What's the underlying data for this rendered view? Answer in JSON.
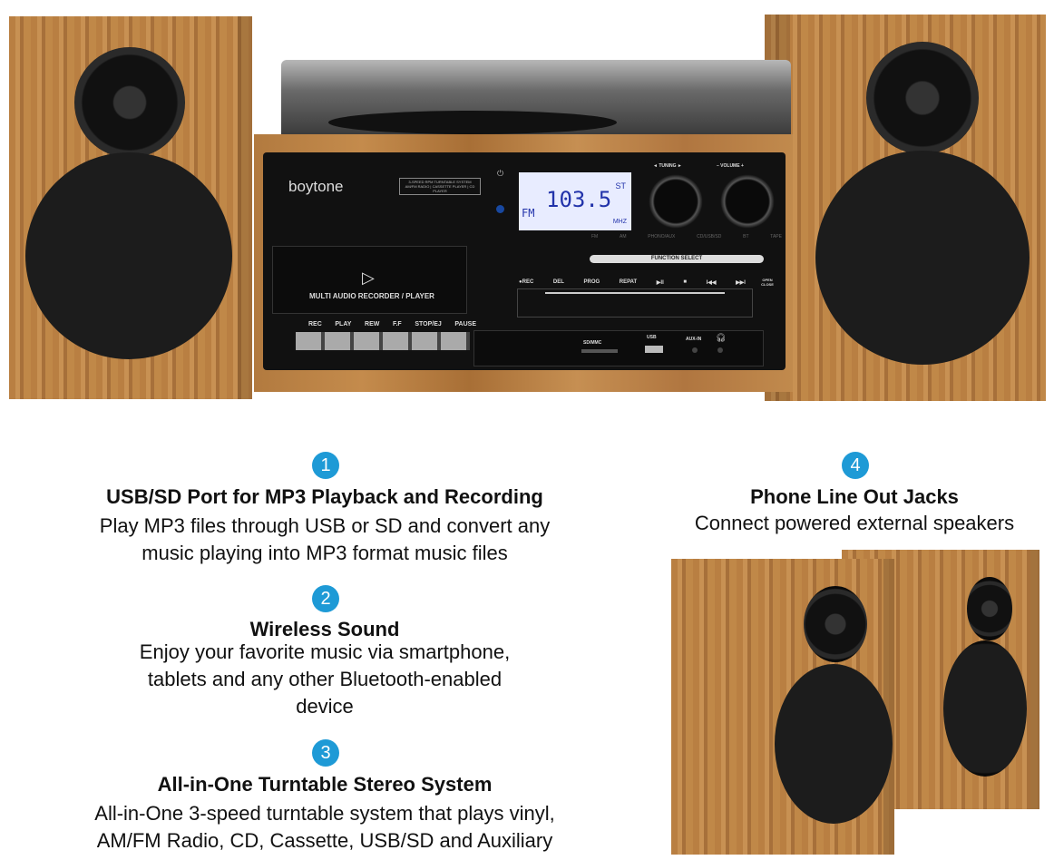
{
  "device": {
    "brand": "boytone",
    "model_label_line1": "3-SPEED RPM TURNTABLE SYSTEM",
    "model_label_line2": "AM/FM RADIO | CASSETTE PLAYER | CD PLAYER",
    "display": {
      "band": "FM",
      "frequency": "103.5",
      "stereo": "ST",
      "unit": "MHZ"
    },
    "tuning_label": "◄ TUNING ►",
    "volume_label": "– VOLUME +",
    "function_modes": [
      "FM",
      "AM",
      "PHONO/AUX",
      "CD/USB/SD",
      "BT",
      "TAPE"
    ],
    "function_select": "FUNCTION SELECT",
    "cd_buttons": [
      "●REC",
      "DEL",
      "PROG",
      "REPAT",
      "▶II",
      "■",
      "I◀◀",
      "▶▶I"
    ],
    "open_close": "OPEN CLOSE",
    "cassette_label": "MULTI AUDIO RECORDER / PLAYER",
    "tape_buttons": [
      "REC",
      "PLAY",
      "REW",
      "F.F",
      "STOP/EJ",
      "PAUSE"
    ],
    "ports": {
      "sd": "SD/MMC",
      "usb": "USB",
      "aux": "AUX-IN"
    }
  },
  "features": [
    {
      "number": "1",
      "title": "USB/SD Port for MP3 Playback and Recording",
      "lines": [
        "Play MP3 files through USB or SD and convert any",
        "music playing into MP3 format music files"
      ]
    },
    {
      "number": "2",
      "title": "Wireless Sound",
      "lines": [
        "Enjoy your favorite music via smartphone,",
        "tablets and any other Bluetooth-enabled",
        "device"
      ]
    },
    {
      "number": "3",
      "title": "All-in-One Turntable Stereo System",
      "lines": [
        "All-in-One 3-speed turntable system that plays vinyl,",
        "AM/FM Radio, CD, Cassette, USB/SD and Auxiliary"
      ]
    },
    {
      "number": "4",
      "title": "Phone Line Out Jacks",
      "lines": [
        "Connect powered external speakers"
      ]
    }
  ],
  "colors": {
    "badge": "#1e9ad6",
    "wood": "#b97f42",
    "lcd": "#e8ecff",
    "lcd_text": "#2233aa"
  }
}
